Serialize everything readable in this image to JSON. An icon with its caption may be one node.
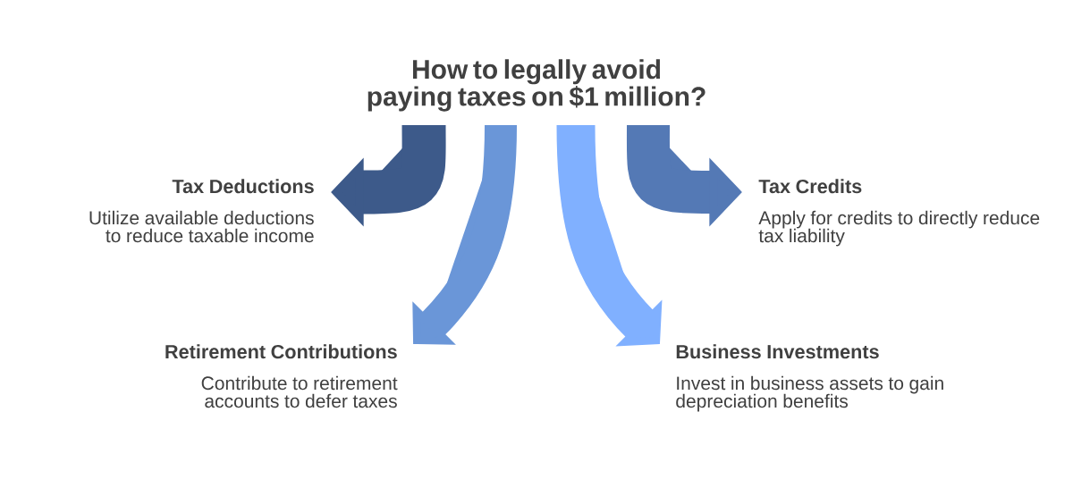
{
  "diagram": {
    "nodes": [
      {
        "text": [
          "How to legally avoid paying taxes on $1 million?"
        ]
      },
      {
        "text": [
          "Tax Deductions",
          "Utilize available deductions to reduce taxable income"
        ]
      },
      {
        "text": [
          "Tax Credits",
          "Apply for credits to directly reduce tax liability"
        ]
      },
      {
        "text": [
          "Retirement Contributions",
          "Contribute to retirement accounts to defer taxes"
        ]
      },
      {
        "text": [
          "Business Investments",
          "Invest in business assets to gain depreciation benefits"
        ]
      }
    ],
    "edges": [
      {
        "from": 0,
        "to": 1,
        "arrow": "to",
        "color": "#3d5a8a"
      },
      {
        "from": 0,
        "to": 2,
        "arrow": "to",
        "color": "#5479b5"
      },
      {
        "from": 0,
        "to": 3,
        "arrow": "to",
        "color": "#6a96d8"
      },
      {
        "from": 0,
        "to": 4,
        "arrow": "to",
        "color": "#80b0ff"
      }
    ]
  }
}
